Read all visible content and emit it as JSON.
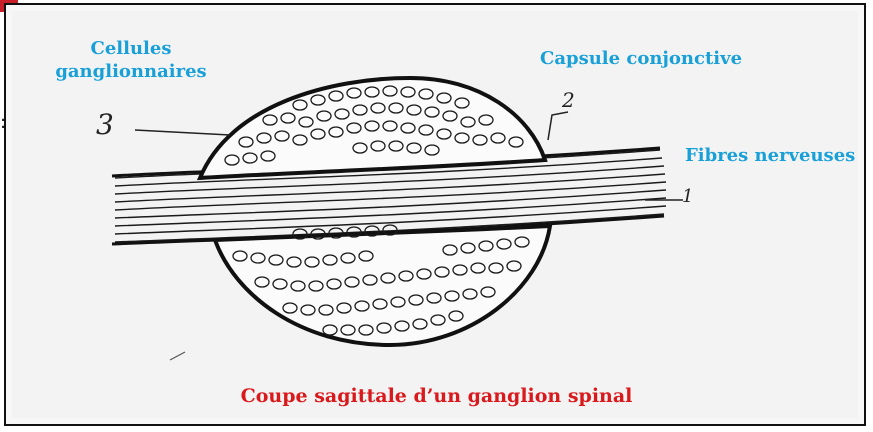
{
  "labels": {
    "cells": "Cellules ganglionnaires",
    "capsule": "Capsule conjonctive",
    "fibres": "Fibres nerveuses",
    "title": "Coupe sagittale d’un ganglion spinal"
  },
  "handwritten": {
    "n3": "3",
    "n2": "2",
    "n1": "1"
  },
  "colors": {
    "label_blue": "#1aa0d8",
    "title_red": "#d9191b",
    "ink": "#1a1a1a"
  }
}
